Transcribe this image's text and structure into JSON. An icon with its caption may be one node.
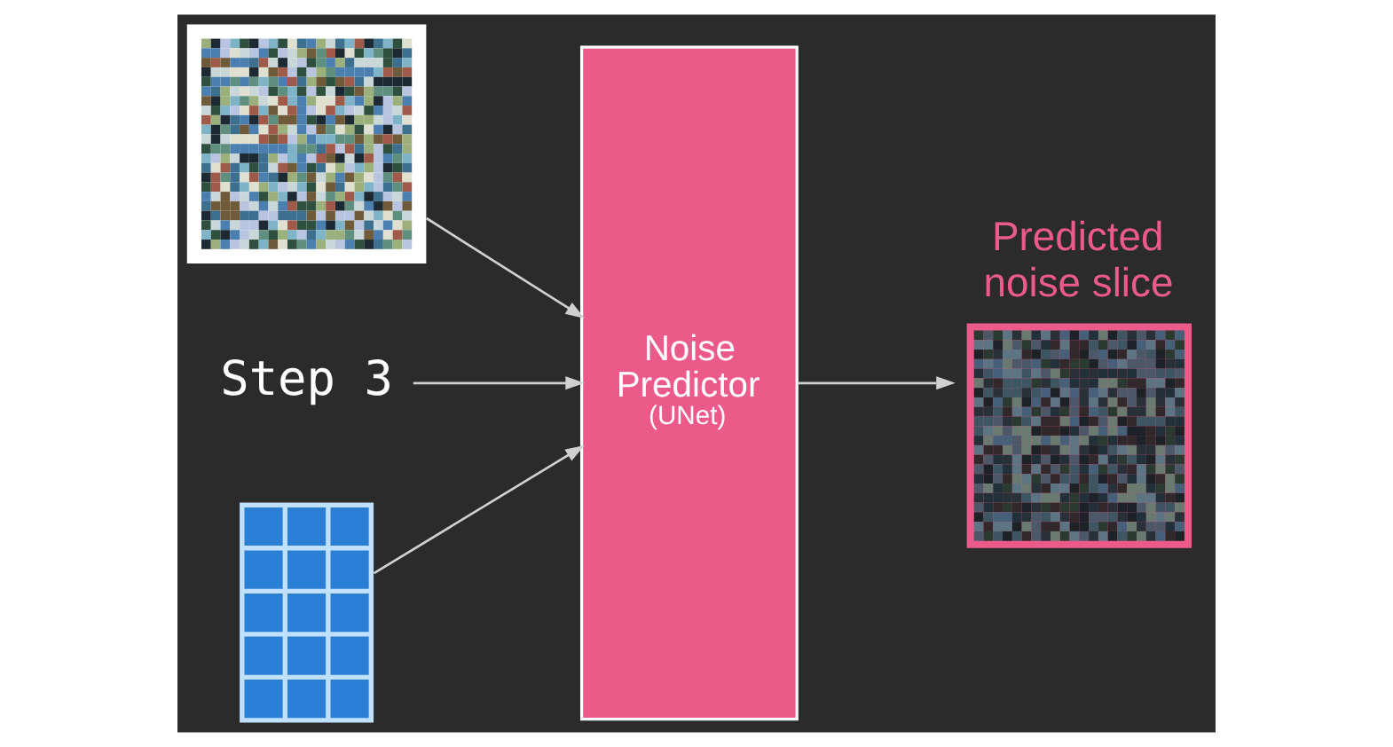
{
  "diagram": {
    "nodes": [
      {
        "text": [],
        "shape": "picture"
      },
      {
        "text": [
          "Step 3"
        ]
      },
      {
        "text": [],
        "shape": "grid"
      },
      {
        "text": [
          "Noise Predictor",
          "(UNet)"
        ]
      },
      {
        "text": [
          "Predicted noise slice"
        ]
      }
    ],
    "edges": [
      {
        "from": 0,
        "to": 3,
        "arrow": "to"
      },
      {
        "from": 1,
        "to": 3,
        "arrow": "to"
      },
      {
        "from": 2,
        "to": 3,
        "arrow": "to"
      },
      {
        "from": 3,
        "to": 4,
        "arrow": "to"
      }
    ]
  }
}
